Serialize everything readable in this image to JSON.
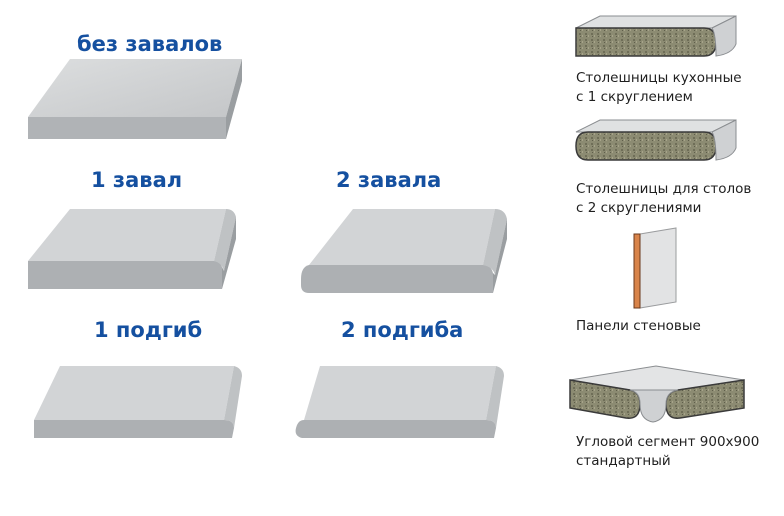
{
  "edge_types": {
    "no_bevel": "без завалов",
    "one_bevel": "1 завал",
    "two_bevels": "2 завала",
    "one_bend": "1 подгиб",
    "two_bends": "2 подгиба"
  },
  "products": [
    {
      "line1": "Столешницы кухонные",
      "line2": "с 1 скруглением"
    },
    {
      "line1": "Столешницы для столов",
      "line2": "с 2 скруглениями"
    },
    {
      "line1": "Панели стеновые",
      "line2": ""
    },
    {
      "line1": "Угловой сегмент 900x900",
      "line2": "стандартный"
    }
  ],
  "colors": {
    "heading": "#1550a0",
    "slab_top": "#cfd1d3",
    "slab_front": "#a9acaf",
    "chip_texture": "#8a8a72",
    "panel_edge": "#d9844a"
  }
}
